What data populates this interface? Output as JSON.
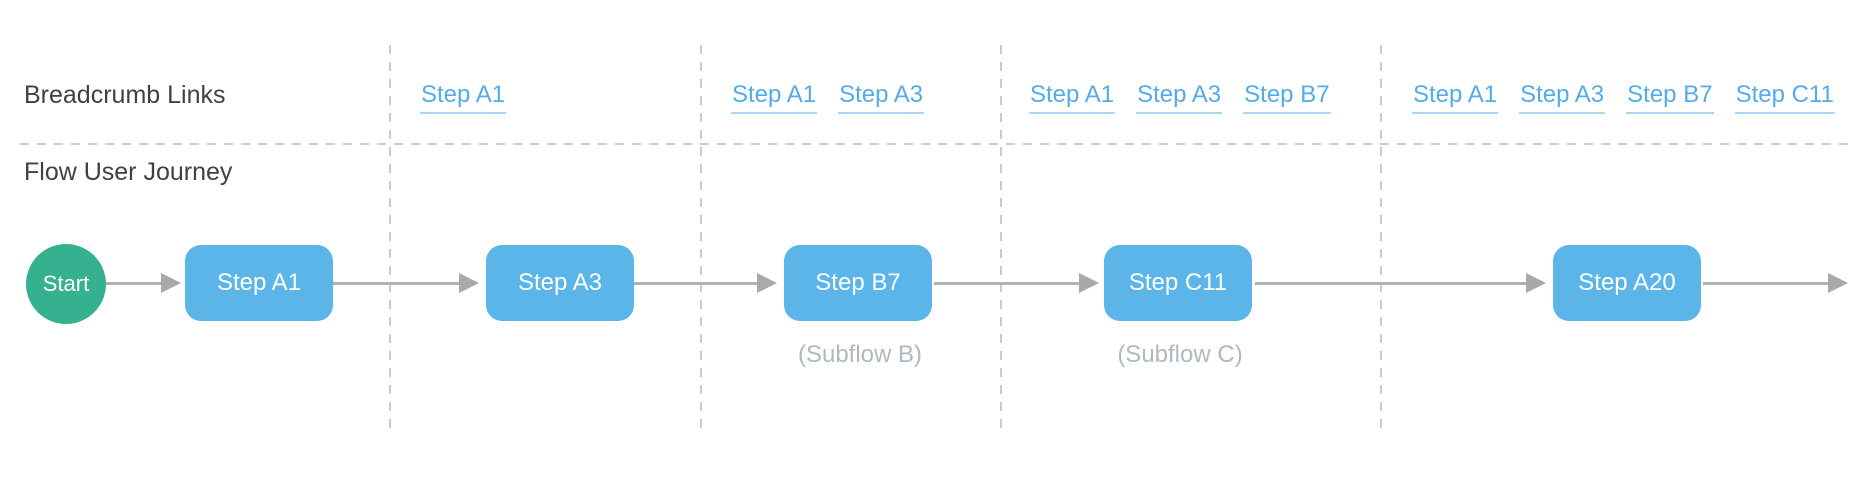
{
  "breadcrumbs": {
    "row_label": "Breadcrumb Links",
    "columns": [
      {
        "links": [
          "Step A1"
        ]
      },
      {
        "links": [
          "Step A1",
          "Step A3"
        ]
      },
      {
        "links": [
          "Step A1",
          "Step A3",
          "Step B7"
        ]
      },
      {
        "links": [
          "Step A1",
          "Step A3",
          "Step B7",
          "Step C11"
        ]
      }
    ]
  },
  "flow": {
    "row_label": "Flow User Journey",
    "start_label": "Start",
    "steps": [
      {
        "label": "Step A1"
      },
      {
        "label": "Step A3"
      },
      {
        "label": "Step B7",
        "sublabel": "(Subflow B)"
      },
      {
        "label": "Step C11",
        "sublabel": "(Subflow C)"
      },
      {
        "label": "Step A20"
      }
    ]
  },
  "colors": {
    "step_blue": "#5cb5e9",
    "link_blue": "#55abe8",
    "link_underline": "#a9d6f3",
    "start_green": "#35b18f",
    "arrow_gray": "#b2b2b2",
    "arrowhead_gray": "#a9a9a9",
    "divider_gray": "#cbcbcb",
    "heading_gray": "#414042",
    "subflow_gray": "#aeb9c0"
  }
}
